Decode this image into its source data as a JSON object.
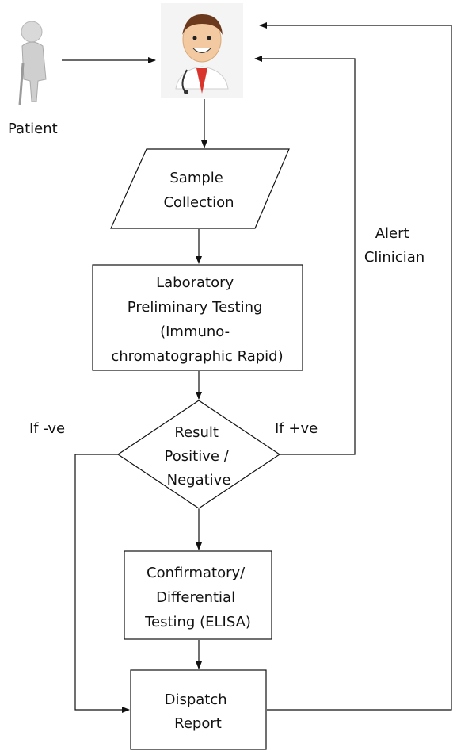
{
  "patient": {
    "label": "Patient",
    "icon": "patient-icon"
  },
  "clinician": {
    "icon": "doctor-icon"
  },
  "sample": {
    "lines": [
      "Sample",
      "Collection"
    ]
  },
  "lab": {
    "lines": [
      "Laboratory",
      "Preliminary Testing",
      "(Immuno-",
      "chromatographic Rapid)"
    ]
  },
  "decision": {
    "lines": [
      "Result",
      "Positive /",
      "Negative"
    ]
  },
  "confirm": {
    "lines": [
      "Confirmatory/",
      "Differential",
      "Testing (ELISA)"
    ]
  },
  "dispatch": {
    "lines": [
      "Dispatch",
      "Report"
    ]
  },
  "labels": {
    "if_neg": "If -ve",
    "if_pos": "If +ve",
    "alert": [
      "Alert",
      "Clinician"
    ]
  }
}
